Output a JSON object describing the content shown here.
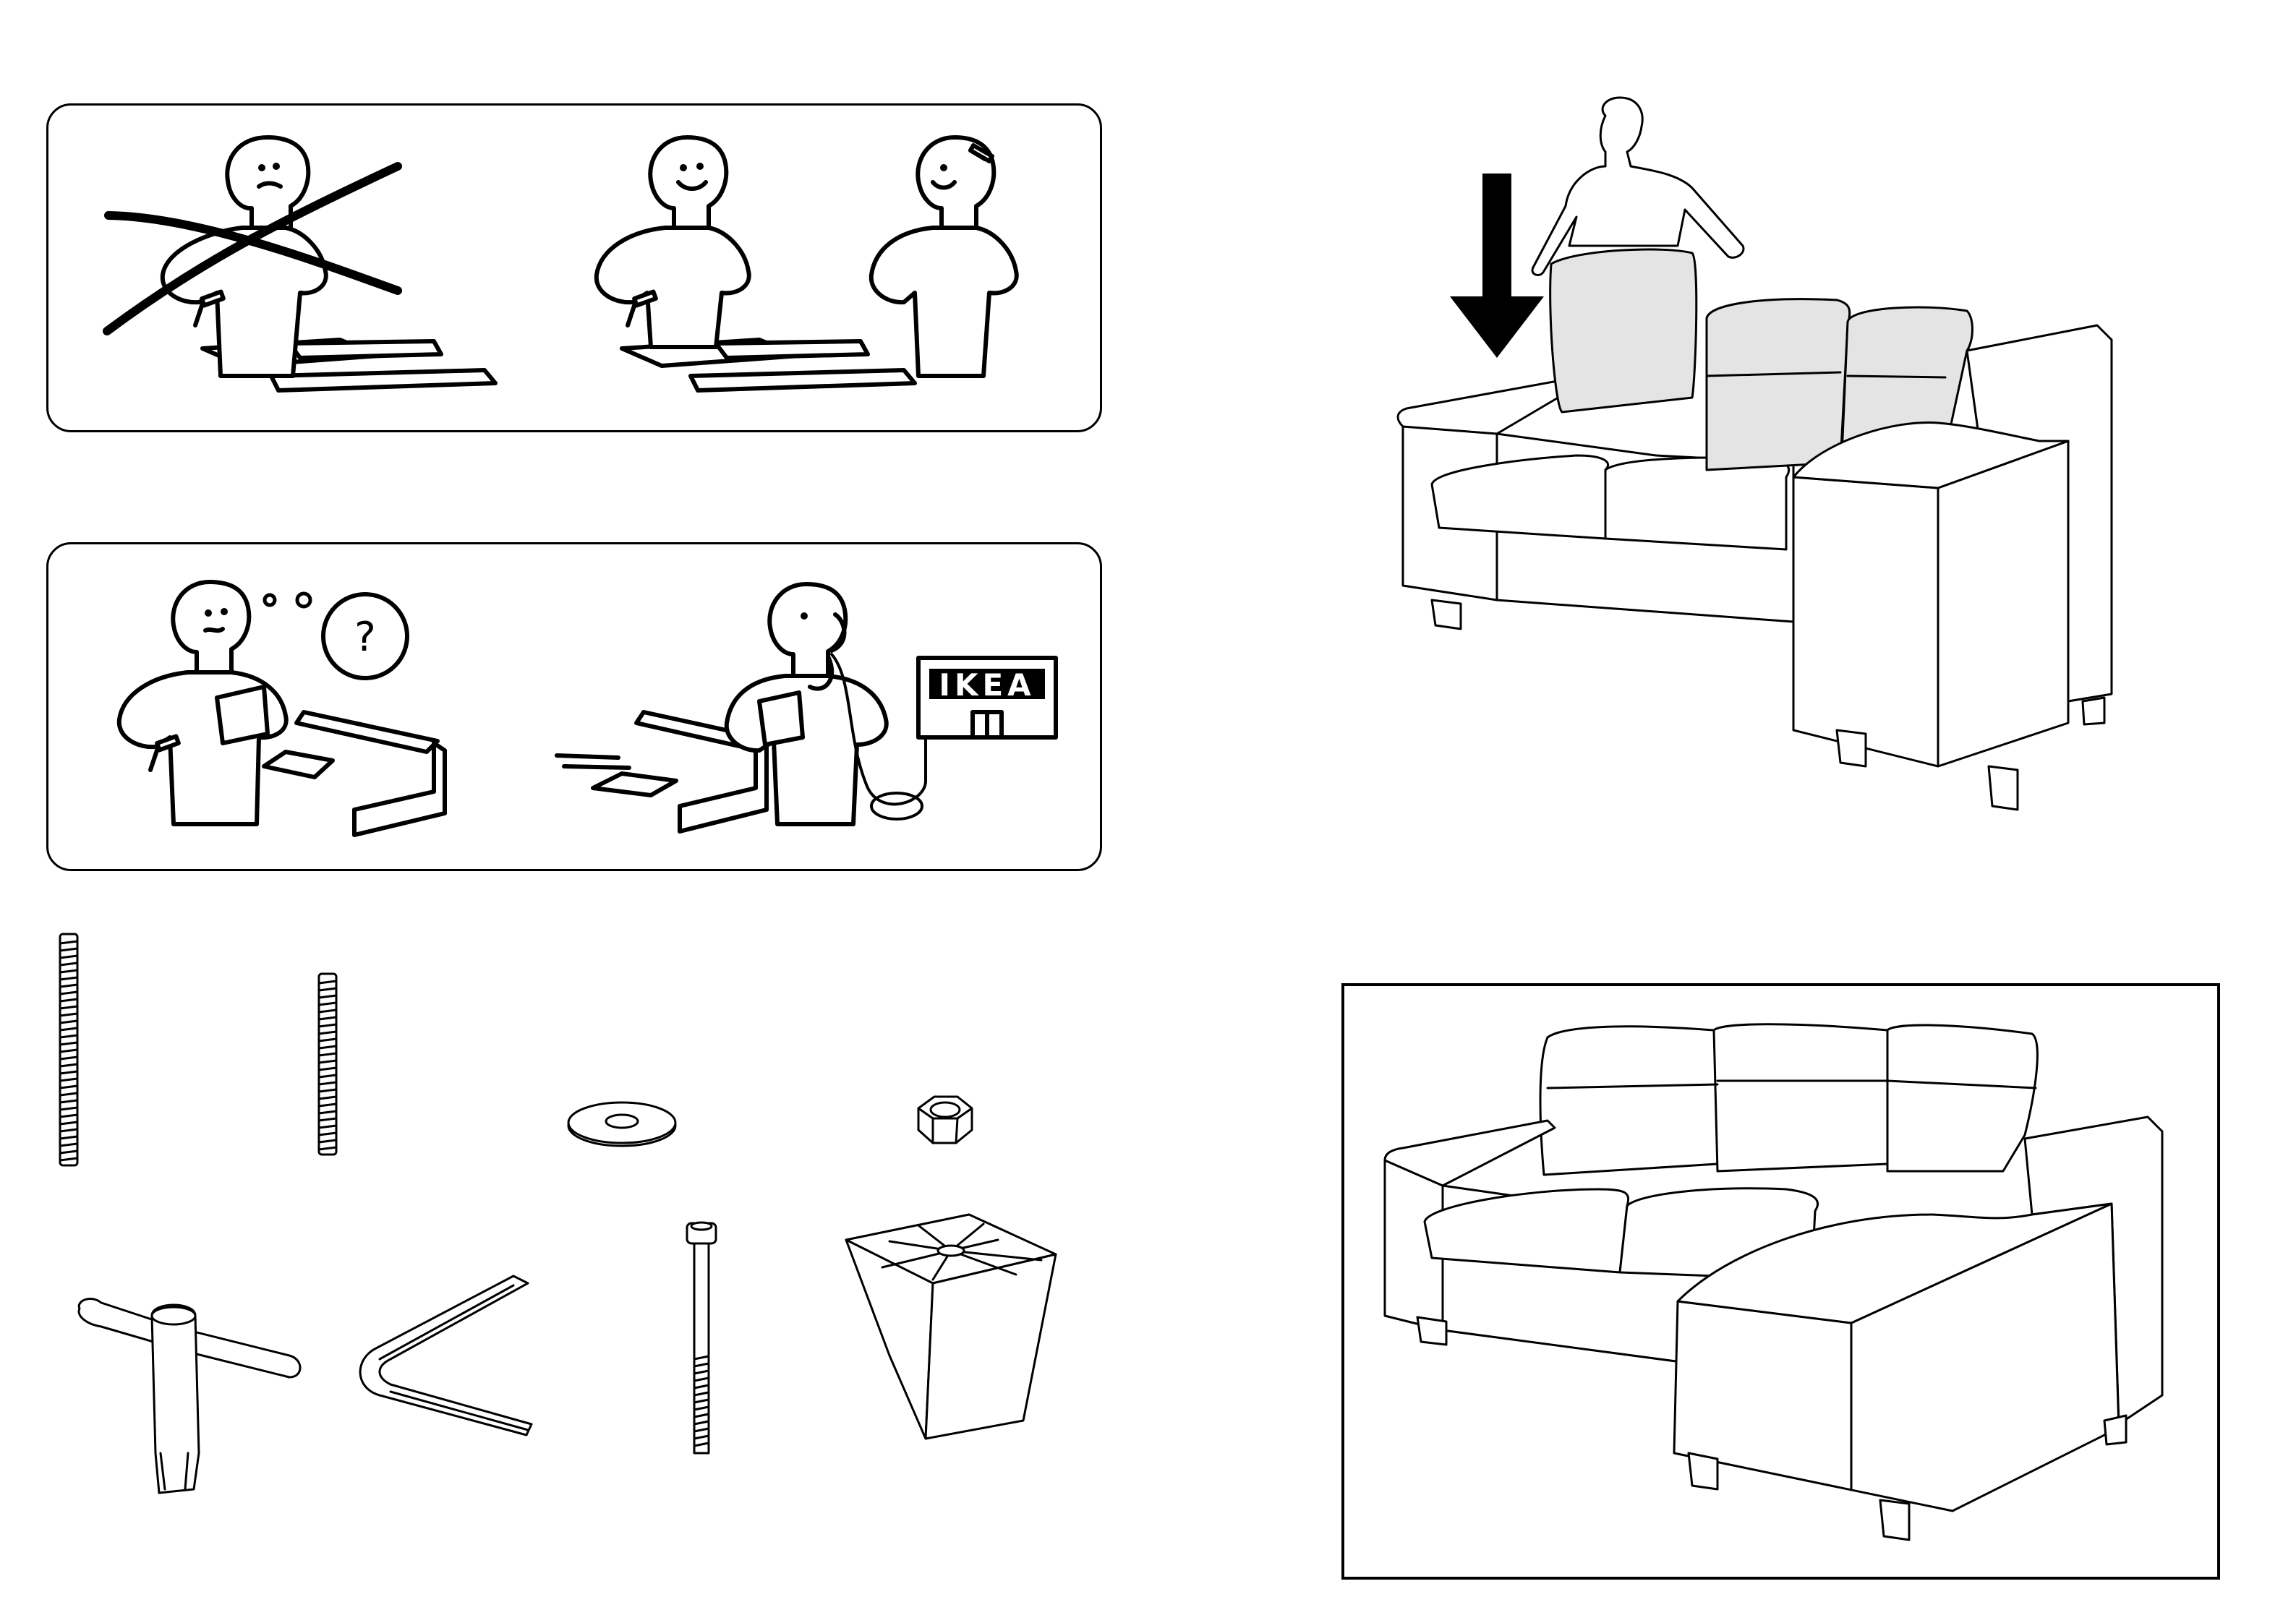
{
  "store_sign": {
    "text": "IKEA"
  },
  "question_bubble": {
    "text": "?"
  },
  "panels": [
    {
      "name": "work-alone-prohibited",
      "meaning": "do-not-assemble-alone-icon"
    },
    {
      "name": "work-together-recommended",
      "meaning": "two-person-assembly-icon"
    },
    {
      "name": "confused-assembler",
      "meaning": "question-icon"
    },
    {
      "name": "call-store",
      "meaning": "phone-support-icon"
    }
  ],
  "hardware": [
    {
      "name": "long-threaded-rod-icon",
      "quantity": null
    },
    {
      "name": "short-threaded-rod-icon",
      "quantity": null
    },
    {
      "name": "washer-icon",
      "quantity": null
    },
    {
      "name": "hex-nut-icon",
      "quantity": null
    },
    {
      "name": "t-socket-wrench-icon",
      "quantity": null
    },
    {
      "name": "allen-key-icon",
      "quantity": null
    },
    {
      "name": "socket-head-bolt-icon",
      "quantity": null
    },
    {
      "name": "sofa-leg-icon",
      "quantity": null
    }
  ],
  "steps": [
    {
      "name": "insert-back-cushion-step",
      "highlight_color": "#e4e4e4"
    },
    {
      "name": "finished-sofa-result"
    }
  ]
}
